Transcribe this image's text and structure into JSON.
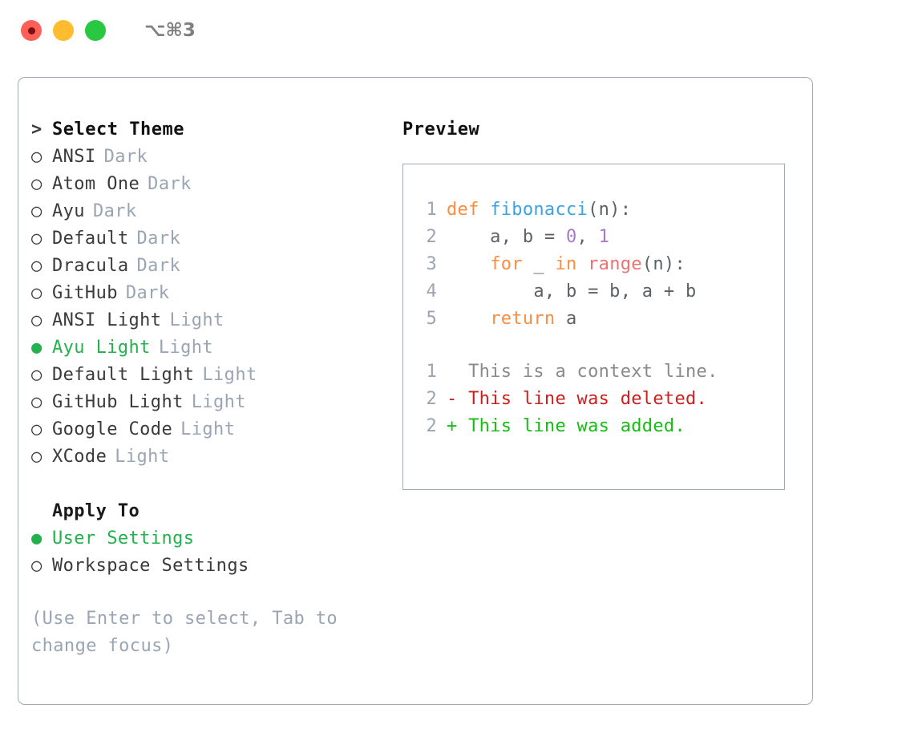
{
  "window": {
    "title": "⌥⌘3",
    "traffic_lights": [
      "close-red",
      "minimize-yellow",
      "maximize-green"
    ]
  },
  "theme_picker": {
    "header": "Select Theme",
    "header_prefix": ">",
    "marker_selected": "●",
    "marker_unselected": "○",
    "items": [
      {
        "label": "ANSI",
        "badge": "Dark",
        "selected": false
      },
      {
        "label": "Atom One",
        "badge": "Dark",
        "selected": false
      },
      {
        "label": "Ayu",
        "badge": "Dark",
        "selected": false
      },
      {
        "label": "Default",
        "badge": "Dark",
        "selected": false
      },
      {
        "label": "Dracula",
        "badge": "Dark",
        "selected": false
      },
      {
        "label": "GitHub",
        "badge": "Dark",
        "selected": false
      },
      {
        "label": "ANSI Light",
        "badge": "Light",
        "selected": false
      },
      {
        "label": "Ayu Light",
        "badge": "Light",
        "selected": true
      },
      {
        "label": "Default Light",
        "badge": "Light",
        "selected": false
      },
      {
        "label": "GitHub Light",
        "badge": "Light",
        "selected": false
      },
      {
        "label": "Google Code",
        "badge": "Light",
        "selected": false
      },
      {
        "label": "XCode",
        "badge": "Light",
        "selected": false
      }
    ]
  },
  "apply_to": {
    "header": "Apply To",
    "items": [
      {
        "label": "User Settings",
        "selected": true
      },
      {
        "label": "Workspace Settings",
        "selected": false
      }
    ]
  },
  "hint": "(Use Enter to select, Tab to change focus)",
  "preview": {
    "title": "Preview",
    "code_lines": [
      {
        "num": "1",
        "tokens": [
          {
            "t": "def",
            "c": "kw"
          },
          {
            "t": " ",
            "c": "plain"
          },
          {
            "t": "fibonacci",
            "c": "fn"
          },
          {
            "t": "(n):",
            "c": "punct"
          }
        ]
      },
      {
        "num": "2",
        "tokens": [
          {
            "t": "    a, b ",
            "c": "plain"
          },
          {
            "t": "= ",
            "c": "punct"
          },
          {
            "t": "0",
            "c": "num"
          },
          {
            "t": ", ",
            "c": "punct"
          },
          {
            "t": "1",
            "c": "num"
          }
        ]
      },
      {
        "num": "3",
        "tokens": [
          {
            "t": "    ",
            "c": "plain"
          },
          {
            "t": "for",
            "c": "kw"
          },
          {
            "t": " _ ",
            "c": "plain"
          },
          {
            "t": "in",
            "c": "kw"
          },
          {
            "t": " ",
            "c": "plain"
          },
          {
            "t": "range",
            "c": "bi"
          },
          {
            "t": "(n):",
            "c": "punct"
          }
        ]
      },
      {
        "num": "4",
        "tokens": [
          {
            "t": "        a, b = b, a + b",
            "c": "plain"
          }
        ]
      },
      {
        "num": "5",
        "tokens": [
          {
            "t": "    ",
            "c": "plain"
          },
          {
            "t": "return",
            "c": "kw"
          },
          {
            "t": " a",
            "c": "plain"
          }
        ]
      }
    ],
    "diff_lines": [
      {
        "num": "1",
        "sign": " ",
        "text": " This is a context line.",
        "kind": "ctx"
      },
      {
        "num": "2",
        "sign": "-",
        "text": " This line was deleted.",
        "kind": "del"
      },
      {
        "num": "2",
        "sign": "+",
        "text": " This line was added.",
        "kind": "add"
      }
    ]
  },
  "colors": {
    "accent_green": "#22b14c",
    "badge_gray": "#9aa5b4",
    "border": "#9fabba",
    "keyword_orange": "#fa8d3e",
    "function_blue": "#3aa3e3",
    "number_purple": "#a37acc",
    "builtin_red": "#f07171",
    "diff_delete": "#cc1f1f",
    "diff_add": "#13bf13",
    "traffic_red": "#ff5f57",
    "traffic_yellow": "#febc2e",
    "traffic_green": "#28c840"
  }
}
